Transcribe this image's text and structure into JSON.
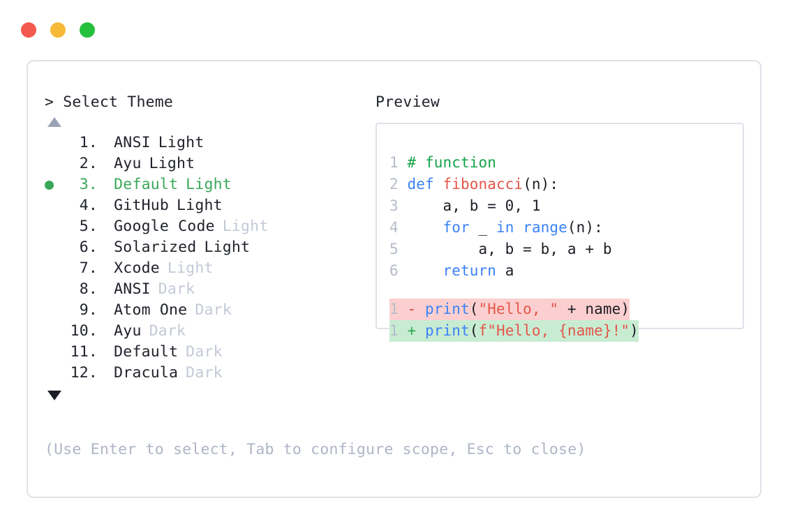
{
  "window": {
    "traffic_lights": [
      {
        "name": "close",
        "color": "#f4594f"
      },
      {
        "name": "minimize",
        "color": "#f6ba38"
      },
      {
        "name": "maximize",
        "color": "#25c03c"
      }
    ]
  },
  "prompt": {
    "title": "> Select Theme",
    "scroll_up_indicator": "▲",
    "scroll_down_indicator": "▼",
    "selected_index": 3,
    "items": [
      {
        "index": "1.",
        "name": "ANSI",
        "tag": "Light",
        "tag_muted": false,
        "selected": false
      },
      {
        "index": "2.",
        "name": "Ayu",
        "tag": "Light",
        "tag_muted": false,
        "selected": false
      },
      {
        "index": "3.",
        "name": "Default",
        "tag": "Light",
        "tag_muted": false,
        "selected": true
      },
      {
        "index": "4.",
        "name": "GitHub",
        "tag": "Light",
        "tag_muted": false,
        "selected": false
      },
      {
        "index": "5.",
        "name": "Google Code",
        "tag": "Light",
        "tag_muted": true,
        "selected": false
      },
      {
        "index": "6.",
        "name": "Solarized",
        "tag": "Light",
        "tag_muted": false,
        "selected": false
      },
      {
        "index": "7.",
        "name": "Xcode",
        "tag": "Light",
        "tag_muted": true,
        "selected": false
      },
      {
        "index": "8.",
        "name": "ANSI",
        "tag": "Dark",
        "tag_muted": true,
        "selected": false
      },
      {
        "index": "9.",
        "name": "Atom One",
        "tag": "Dark",
        "tag_muted": true,
        "selected": false
      },
      {
        "index": "10.",
        "name": "Ayu",
        "tag": "Dark",
        "tag_muted": true,
        "selected": false
      },
      {
        "index": "11.",
        "name": "Default",
        "tag": "Dark",
        "tag_muted": true,
        "selected": false
      },
      {
        "index": "12.",
        "name": "Dracula",
        "tag": "Dark",
        "tag_muted": true,
        "selected": false
      }
    ],
    "hint": "(Use Enter to select, Tab to configure scope, Esc to close)"
  },
  "preview": {
    "title": "Preview",
    "code_lines": [
      {
        "num": "1",
        "tokens": [
          {
            "t": "# function",
            "c": "comment"
          }
        ]
      },
      {
        "num": "2",
        "tokens": [
          {
            "t": "def ",
            "c": "kw"
          },
          {
            "t": "fibonacci",
            "c": "fn"
          },
          {
            "t": "(n):",
            "c": "plain"
          }
        ]
      },
      {
        "num": "3",
        "tokens": [
          {
            "t": "    a, b = 0, 1",
            "c": "plain"
          }
        ]
      },
      {
        "num": "4",
        "tokens": [
          {
            "t": "    ",
            "c": "plain"
          },
          {
            "t": "for",
            "c": "kw"
          },
          {
            "t": " _ ",
            "c": "plain"
          },
          {
            "t": "in range",
            "c": "kw"
          },
          {
            "t": "(n):",
            "c": "plain"
          }
        ]
      },
      {
        "num": "5",
        "tokens": [
          {
            "t": "        a, b = b, a + b",
            "c": "plain"
          }
        ]
      },
      {
        "num": "6",
        "tokens": [
          {
            "t": "    ",
            "c": "plain"
          },
          {
            "t": "return",
            "c": "kw"
          },
          {
            "t": " a",
            "c": "plain"
          }
        ]
      }
    ],
    "diff_lines": [
      {
        "num": "1",
        "sign": "-",
        "kind": "del",
        "tokens": [
          {
            "t": "print",
            "c": "kw"
          },
          {
            "t": "(",
            "c": "plain"
          },
          {
            "t": "\"Hello, \"",
            "c": "str"
          },
          {
            "t": " + name)",
            "c": "plain"
          }
        ]
      },
      {
        "num": "1",
        "sign": "+",
        "kind": "add",
        "tokens": [
          {
            "t": "print",
            "c": "kw"
          },
          {
            "t": "(",
            "c": "plain"
          },
          {
            "t": "f\"Hello, {name}!\"",
            "c": "str"
          },
          {
            "t": ")",
            "c": "plain"
          }
        ]
      }
    ]
  },
  "colors": {
    "accent_selected": "#3aa85a",
    "muted_text": "#c3c9d6",
    "hint_text": "#aeb5c6",
    "border": "#dfe2e8",
    "diff_del_bg": "#fbcfcf",
    "diff_add_bg": "#c8ecd2",
    "keyword": "#3b82f6",
    "function": "#e4564a",
    "string": "#e4564a",
    "comment": "#16a34a",
    "line_number": "#b6bcc9"
  }
}
